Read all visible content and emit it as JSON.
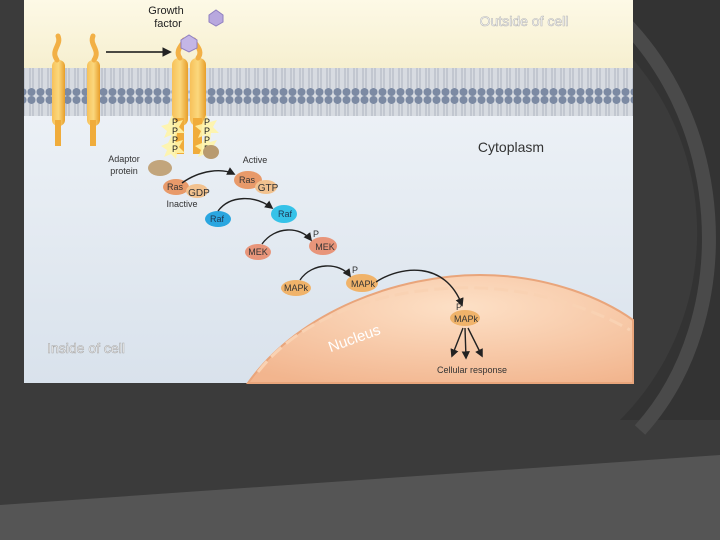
{
  "labels": {
    "growth_factor_line1": "Growth",
    "growth_factor_line2": "factor",
    "outside_cell": "Outside of cell",
    "cytoplasm": "Cytoplasm",
    "inside_cell": "Inside of cell",
    "nucleus": "Nucleus",
    "adaptor_line1": "Adaptor",
    "adaptor_line2": "protein",
    "active": "Active",
    "inactive": "Inactive",
    "ras_inactive": "Ras",
    "gdp": "GDP",
    "ras_active": "Ras",
    "gtp": "GTP",
    "raf_inactive": "Raf",
    "raf_active": "Raf",
    "mek_inactive": "MEK",
    "mek_active": "MEK",
    "mapk_inactive": "MAPk",
    "mapk_active": "MAPk",
    "mapk_nuclear": "MAPk",
    "phospho": "P",
    "cellular_response": "Cellular response"
  },
  "colors": {
    "slide_bg": "#3a3a3a",
    "outside": "#fbf6e0",
    "cytoplasm": "#e8eef4",
    "membrane_head": "#7f8fa8",
    "membrane_tail": "#c9ced6",
    "receptor": "#f5b13a",
    "growth_factor": "#b7a6dd",
    "adaptor": "#c2a57c",
    "ras": "#e89a6a",
    "raf_inactive": "#2aa6e0",
    "raf_active": "#33c0e6",
    "mek": "#e89a7a",
    "mapk": "#f0b36a",
    "nucleus": "#f7c4a0",
    "white_label": "#ffffff",
    "dark_label": "#333333"
  }
}
